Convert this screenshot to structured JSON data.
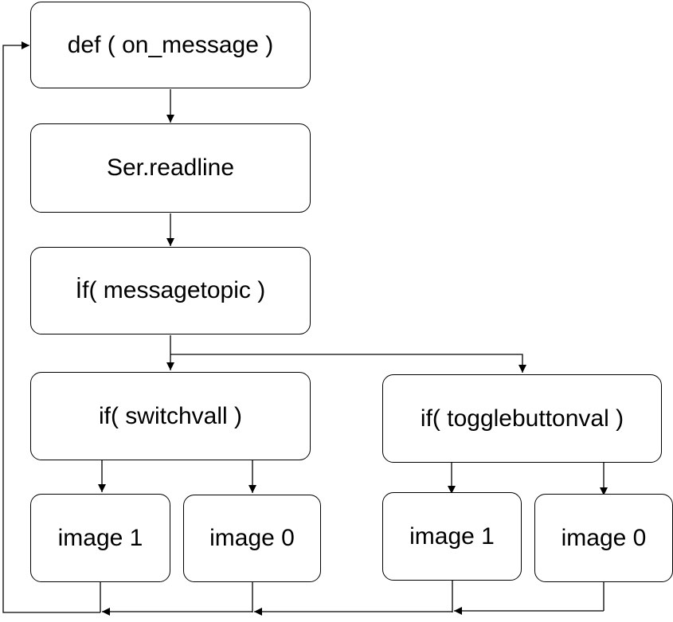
{
  "nodes": {
    "def": "def ( on_message )",
    "ser": "Ser.readline",
    "topic": "İf( messagetopic )",
    "switch": "if( switchvall )",
    "toggle": "if( togglebuttonval )",
    "switch_image1": "image 1",
    "switch_image0": "image 0",
    "toggle_image1": "image 1",
    "toggle_image0": "image 0"
  },
  "colors": {
    "stroke": "#000000",
    "fill": "#ffffff"
  }
}
